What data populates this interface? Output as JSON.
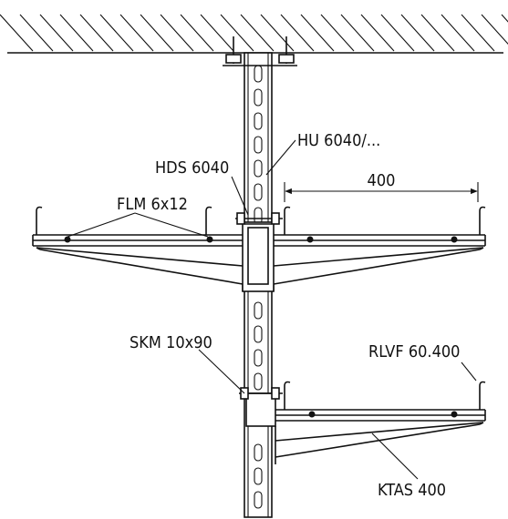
{
  "labels": {
    "hu": "HU 6040/...",
    "hds": "HDS 6040",
    "flm": "FLM 6x12",
    "dimension": "400",
    "skm": "SKM 10x90",
    "rlvf": "RLVF 60.400",
    "ktas": "KTAS 400"
  }
}
